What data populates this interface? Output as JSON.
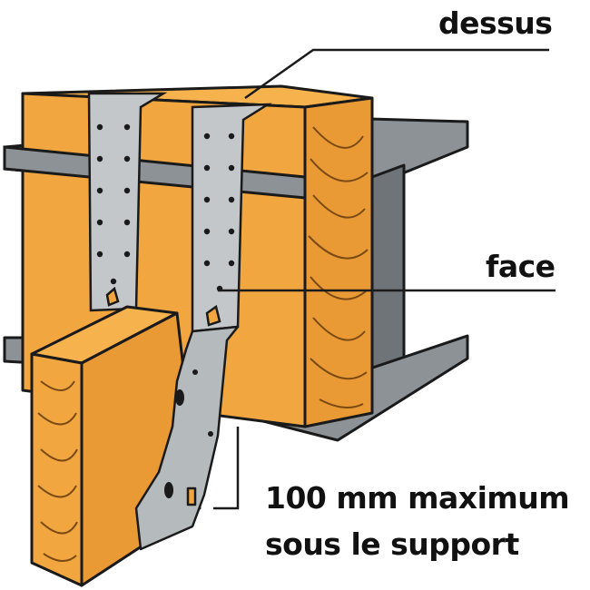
{
  "labels": {
    "top": "dessus",
    "face": "face",
    "max_line1": "100 mm maximum",
    "max_line2": "sous le support"
  },
  "colors": {
    "wood": "#f2a640",
    "wood_dark": "#d4892a",
    "grain": "#7a4a12",
    "steel": "#8d9296",
    "steel_dark": "#55595c",
    "hanger": "#c3c7c9",
    "outline": "#1a1a1a"
  }
}
